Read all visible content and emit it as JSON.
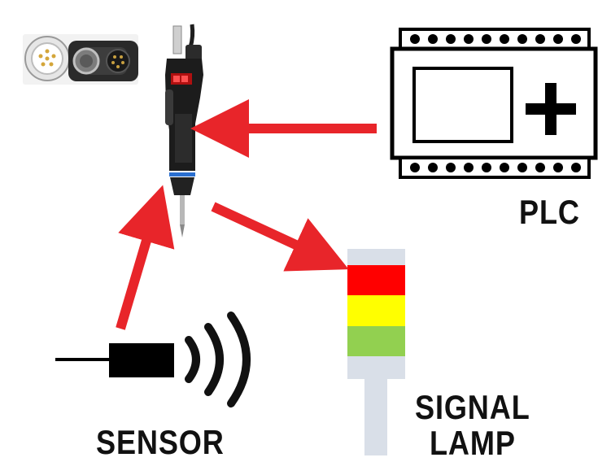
{
  "labels": {
    "plc": "PLC",
    "sensor": "SENSOR",
    "signal_lamp_line1": "SIGNAL",
    "signal_lamp_line2": "LAMP"
  },
  "colors": {
    "arrow": "#e8252a",
    "lamp_red": "#ff0000",
    "lamp_yellow": "#ffff00",
    "lamp_green": "#92d050",
    "lamp_pole": "#d9dfe8",
    "ink": "#000000"
  },
  "icons": {
    "tool": "electric-screwdriver-icon",
    "connector": "round-connector-icon",
    "plc": "plc-module-icon",
    "sensor": "sensor-icon",
    "lamp": "signal-tower-icon"
  }
}
